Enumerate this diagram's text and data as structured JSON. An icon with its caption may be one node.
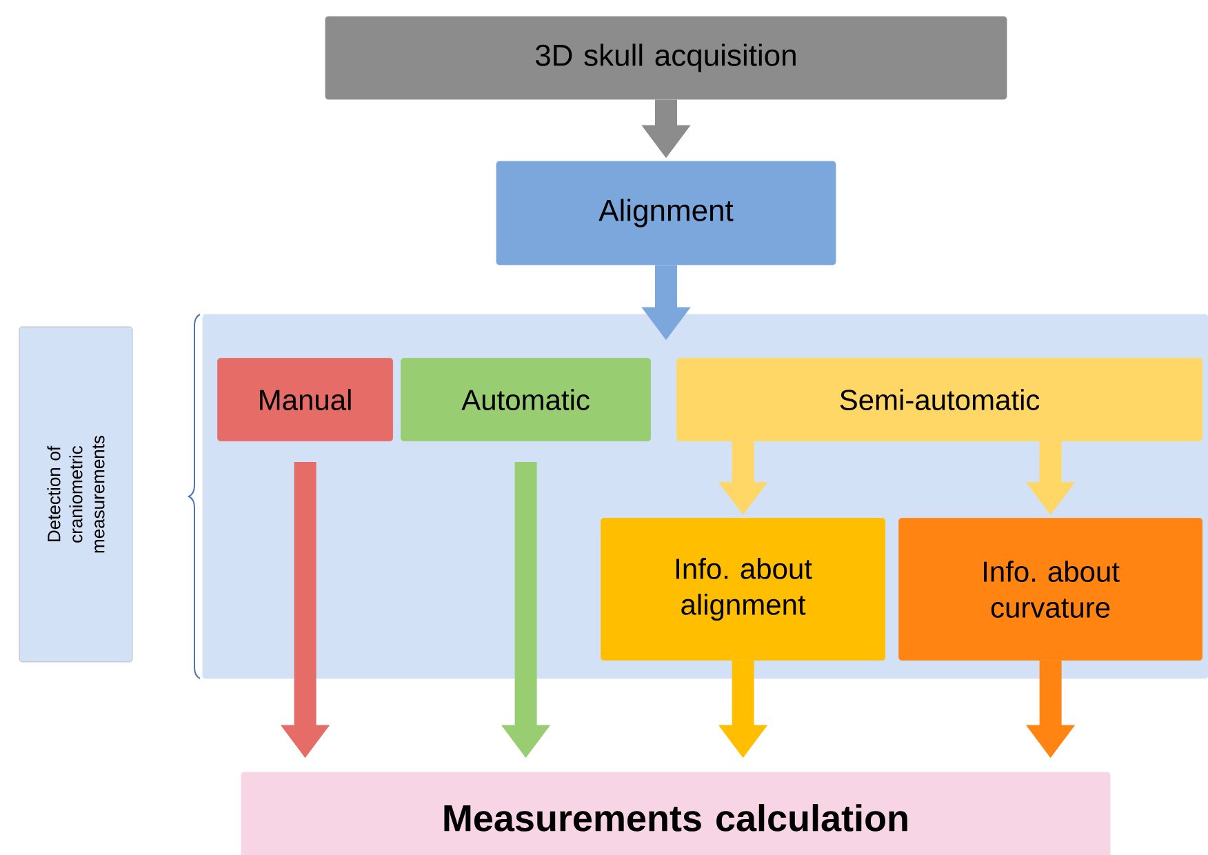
{
  "diagram": {
    "nodes": [
      {
        "text": [
          "3D skull acquisition"
        ]
      },
      {
        "text": [
          "Alignment"
        ]
      },
      {
        "text": [
          "Detection of craniometric measurements"
        ]
      },
      {
        "text": [],
        "shape": "box"
      },
      {
        "text": [
          "Manual"
        ],
        "in": 3
      },
      {
        "text": [
          "Automatic"
        ],
        "in": 3
      },
      {
        "text": [
          "Semi-automatic"
        ],
        "in": 3
      },
      {
        "text": [
          "Info. about alignment"
        ],
        "in": 3
      },
      {
        "text": [
          "Info. about curvature"
        ],
        "in": 3
      },
      {
        "text": [
          "Measurements calculation"
        ]
      }
    ],
    "edges": [
      {
        "from": 0,
        "to": 1,
        "arrow": "to",
        "color": "#8c8c8c"
      },
      {
        "from": 1,
        "to": 3,
        "arrow": "to",
        "color": "#7ba7dc"
      },
      {
        "from": 4,
        "to": 9,
        "arrow": "to",
        "color": "#e66c67"
      },
      {
        "from": 5,
        "to": 9,
        "arrow": "to",
        "color": "#98cd72"
      },
      {
        "from": 6,
        "to": 7,
        "arrow": "to",
        "color": "#ffd767"
      },
      {
        "from": 6,
        "to": 8,
        "arrow": "to",
        "color": "#ffd767"
      },
      {
        "from": 7,
        "to": 9,
        "arrow": "to",
        "color": "#ffbf00"
      },
      {
        "from": 8,
        "to": 9,
        "arrow": "to",
        "color": "#ff8412"
      }
    ]
  }
}
